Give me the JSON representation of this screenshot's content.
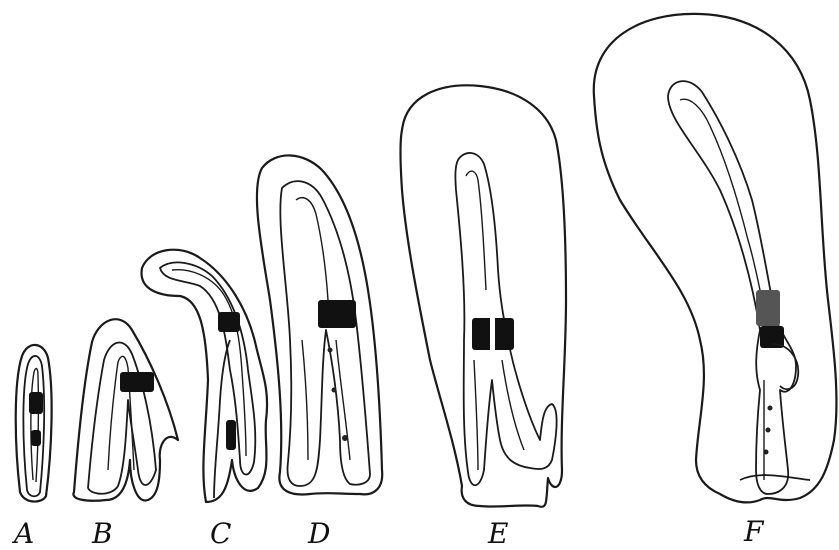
{
  "figure": {
    "labels": [
      "A",
      "B",
      "C",
      "D",
      "E",
      "F"
    ]
  }
}
